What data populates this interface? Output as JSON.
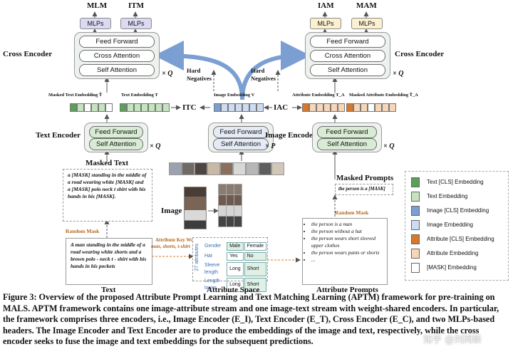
{
  "top_labels": {
    "mlm": "MLM",
    "itm": "ITM",
    "iam": "IAM",
    "mam": "MAM"
  },
  "mlps": "MLPs",
  "cross_encoder": {
    "title": "Cross Encoder",
    "feed_forward": "Feed Forward",
    "cross_attention": "Cross Attention",
    "self_attention": "Self Attention",
    "repeat": "× Q"
  },
  "text_encoder": {
    "title": "Text Encoder",
    "feed_forward": "Feed Forward",
    "self_attention": "Self Attention",
    "repeat": "× Q"
  },
  "image_encoder": {
    "title": "Image Encoder",
    "feed_forward": "Feed Forward",
    "self_attention": "Self Attention",
    "repeat": "× P"
  },
  "attr_encoder": {
    "feed_forward": "Feed Forward",
    "self_attention": "Self Attention",
    "repeat": "× Q"
  },
  "hard_negatives": "Hard Negatives",
  "embeddings": {
    "masked_text": "Masked Text Embedding T̃",
    "text": "Text Embedding T",
    "image": "Image Embedding V",
    "attribute": "Attribute Embedding T_A",
    "masked_attribute": "Masked Attribute Embedding T̃_A"
  },
  "losses": {
    "itc": "ITC",
    "iac": "IAC"
  },
  "masked_text": {
    "title": "Masked Text",
    "content": "a [MASK] standing in the middle of a road wearing white [MASK] and a [MASK] polo neck t shirt with his hands in his [MASK]."
  },
  "random_mask": "Random Mask",
  "text": {
    "content": "A man standing in the middle of a road wearing white shorts and a brown polo - neck t - shirt with his hands in his pockets",
    "caption": "Text"
  },
  "image_label": "Image",
  "attr_space": {
    "keywords_label": "Attribute Key Words:",
    "keywords": "man, shorts, t-shirt",
    "side_label": "27 attributes",
    "rows": [
      {
        "name": "Gender",
        "a": "Male",
        "b": "Female"
      },
      {
        "name": "Hat",
        "a": "Yes",
        "b": "No"
      },
      {
        "name": "Sleeve length",
        "a": "Long",
        "b": "Short"
      },
      {
        "name": "Length lower",
        "a": "Long",
        "b": "Short"
      }
    ],
    "caption": "Attribute Space"
  },
  "masked_prompts": {
    "title": "Masked Prompts",
    "content": "the person is a [MASK]"
  },
  "attr_prompts": {
    "items": [
      "the person is a man",
      "the person without a hat",
      "the person wears short sleeved upper clothes",
      "the person wears pants or shorts",
      "..."
    ],
    "caption": "Attribute Prompts"
  },
  "legend": [
    {
      "label": "Text [CLS] Embedding",
      "color": "#5aa05a"
    },
    {
      "label": "Text Embedding",
      "color": "#c6e3c0"
    },
    {
      "label": "Image [CLS] Embedding",
      "color": "#7b9fd3"
    },
    {
      "label": "Image Embedding",
      "color": "#cddcf1"
    },
    {
      "label": "Attribute [CLS] Embedding",
      "color": "#d8782a"
    },
    {
      "label": "Attribute Embedding",
      "color": "#f6d6b8"
    },
    {
      "label": "[MASK] Embedding",
      "color": "#ffffff"
    }
  ],
  "caption": "Figure 3: Overview of the proposed Attribute Prompt Learning and Text Matching Learning (APTM) framework for pre-training on MALS. APTM framework contains one image-attribute stream and one image-text stream with weight-shared encoders. In particular, the framework comprises three encoders, i.e., Image Encoder (E_I), Text Encoder (E_T), Cross Encoder (E_C), and two MLPs-based headers. The Image Encoder and Text Encoder are to produce the embeddings of the image and text, respectively, while the cross encoder seeks to fuse the image and text embeddings for the subsequent predictions.",
  "watermark": "知乎 @刘同新"
}
